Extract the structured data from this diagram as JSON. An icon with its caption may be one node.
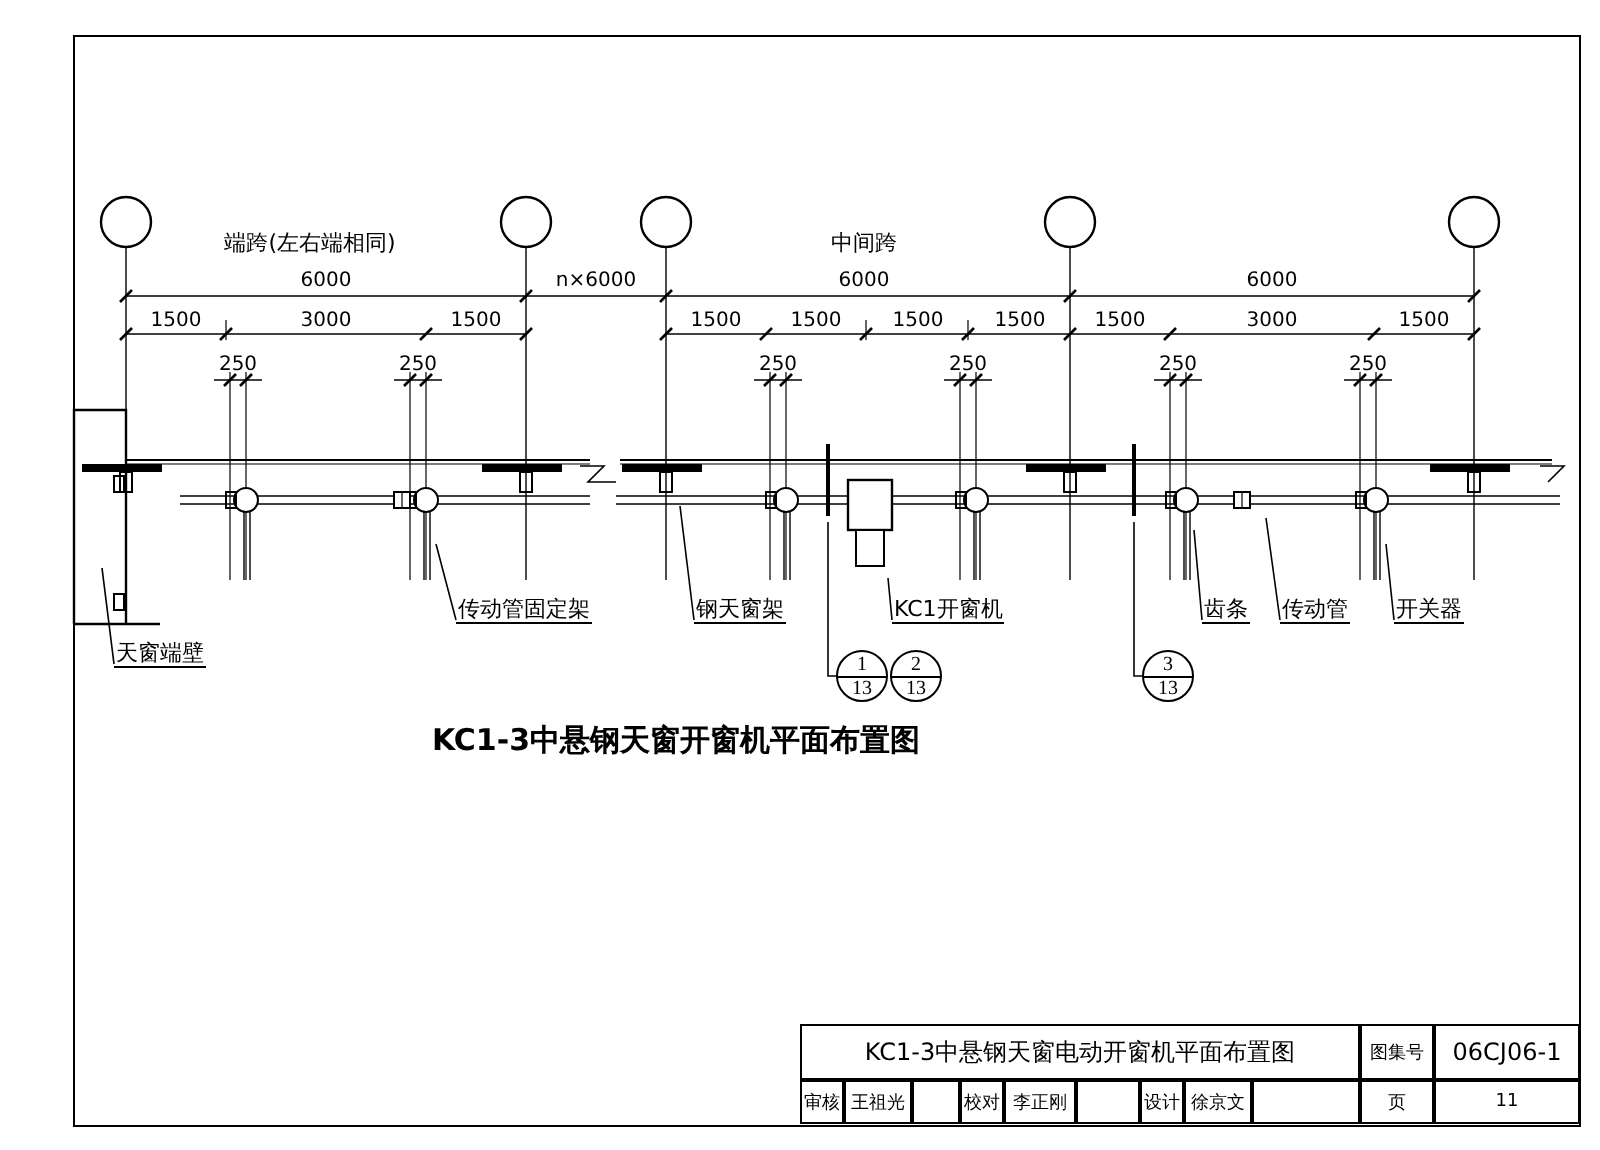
{
  "diagram": {
    "title": "KC1-3中悬钢天窗开窗机平面布置图",
    "nodes": [
      {
        "text": [
          "天窗端壁"
        ]
      },
      {
        "text": [
          "传动管固定架"
        ]
      },
      {
        "text": [
          "钢天窗架"
        ]
      },
      {
        "text": [
          "KC1开窗机"
        ]
      },
      {
        "text": [
          "齿条"
        ]
      },
      {
        "text": [
          "传动管"
        ]
      },
      {
        "text": [
          "开关器"
        ]
      },
      {
        "text": [
          "1",
          "13"
        ]
      },
      {
        "text": [
          "2",
          "13"
        ]
      },
      {
        "text": [
          "3",
          "13"
        ]
      }
    ],
    "edges": [
      {
        "from": 0,
        "to": null,
        "arrow": "none"
      },
      {
        "from": 1,
        "to": null,
        "arrow": "none"
      },
      {
        "from": 2,
        "to": null,
        "arrow": "none"
      },
      {
        "from": 3,
        "to": null,
        "arrow": "none"
      },
      {
        "from": 4,
        "to": null,
        "arrow": "none"
      },
      {
        "from": 5,
        "to": null,
        "arrow": "none"
      },
      {
        "from": 6,
        "to": null,
        "arrow": "none"
      },
      {
        "from": 7,
        "to": null,
        "arrow": "none"
      },
      {
        "from": 9,
        "to": null,
        "arrow": "none"
      }
    ],
    "labels": [
      "端跨(左右端相同)",
      "中间跨",
      "6000",
      "n×6000",
      "6000",
      "6000",
      "1500",
      "3000",
      "1500",
      "1500",
      "1500",
      "1500",
      "1500",
      "1500",
      "3000",
      "1500",
      "250",
      "250",
      "250",
      "250",
      "250",
      "250",
      "KC1-3中悬钢天窗电动开窗机平面布置图",
      "图集号",
      "06CJ06-1",
      "审核",
      "王祖光",
      "校对",
      "李正刚",
      "设计",
      "徐京文",
      "页",
      "11"
    ]
  }
}
